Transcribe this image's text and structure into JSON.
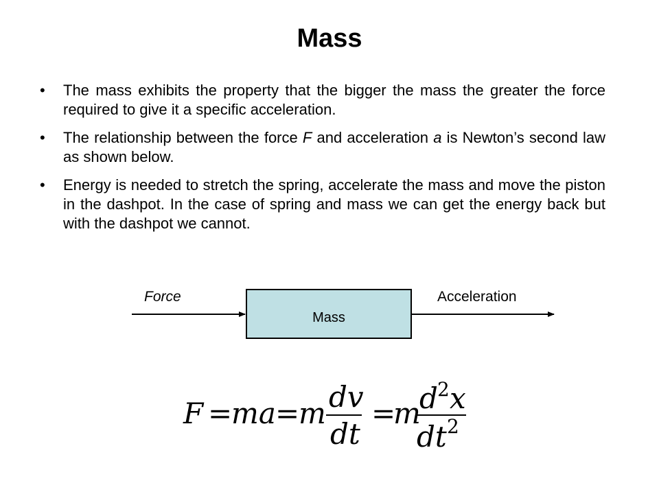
{
  "slide": {
    "title": "Mass",
    "bullets": [
      {
        "text": "The mass exhibits the property that the bigger the mass the greater the force required to give it a specific acceleration."
      },
      {
        "part1": "The relationship between the force ",
        "var1": "F",
        "part2": " and acceleration ",
        "var2": "a",
        "part3": " is Newton’s second law as shown below."
      },
      {
        "text": "Energy is needed to stretch the spring, accelerate the mass and move the piston in the dashpot. In the case of spring and mass we can get the energy back but with the dashpot we cannot."
      }
    ],
    "bullet_symbol": "•"
  },
  "diagram": {
    "input_label": "Force",
    "output_label": "Acceleration",
    "block_label": "Mass",
    "block_color": "#bfe0e4"
  },
  "equation": {
    "lhs": "F",
    "eq": "=",
    "ma": "ma",
    "m": "m",
    "dv": "dv",
    "dt": "dt",
    "d": "d",
    "x": "x",
    "exp": "2"
  }
}
